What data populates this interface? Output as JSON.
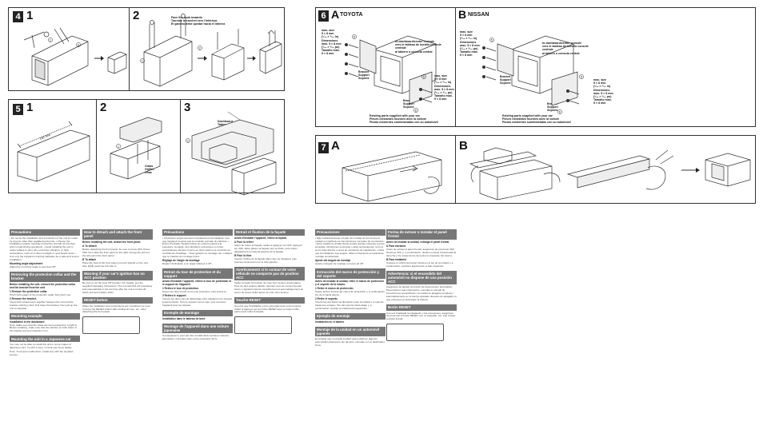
{
  "panels": {
    "p4": {
      "badge": "4",
      "fig1_label": "1",
      "fig2_label": "2",
      "callout": [
        "Face the hook inwards.",
        "Tournez le crochet vers l'intérieur.",
        "El gancho debe quedar hacia el interior."
      ],
      "markers": [
        "1",
        "2",
        "1",
        "2"
      ]
    },
    "p5": {
      "badge": "5",
      "fig1_label": "1",
      "fig2_label": "2",
      "fig3_label": "3",
      "dim_label": "182 mm",
      "dashboard_label": [
        "Dashboard",
        "Tableau de bord",
        "Salpicadero"
      ],
      "claws_label": [
        "Claws",
        "Griffes",
        "Uñas"
      ],
      "markers": [
        "1",
        "2"
      ]
    },
    "p6": {
      "badge": "6",
      "a_letter": "A",
      "a_brand": "TOYOTA",
      "b_letter": "B",
      "b_brand": "NISSAN",
      "max_size_a": [
        "max. size",
        "5 × 8 mm",
        "(¹⁄₄₆ × ⁵⁄₁₆ in)",
        "Dimensions",
        "max. 5 × 8 mm",
        "(¹⁄₄₆ × ⁵⁄₁₆ po)",
        "Tamaño máx.",
        "5 × 8 mm"
      ],
      "max_size_a2": [
        "max. size",
        "5 × 8 mm",
        "(¹⁄₄₆ × ⁵⁄₁₆ in)",
        "Dimensions",
        "max. 5 × 8 mm",
        "(¹⁄₄₆ × ⁵⁄₁₆ po)",
        "Tamaño máx.",
        "5 × 8 mm"
      ],
      "dash_console_a": [
        "to dashboard/center console",
        "vers le tableau de bord/la console centrale",
        "al tablero o consola central"
      ],
      "bracket_a": [
        "Bracket",
        "Support",
        "Soporte"
      ],
      "bracket_a2": [
        "Bracket",
        "Support",
        "Soporte"
      ],
      "existing_a": [
        "Existing parts supplied with your car",
        "Pièces existantes fournies avec la voiture",
        "Piezas existentes suministradas con su automóvil"
      ],
      "max_size_b": [
        "max. size",
        "5 × 8 mm",
        "(¹⁄₄₆ × ⁵⁄₁₆ in)",
        "Dimensions",
        "max. 5 × 8 mm",
        "(¹⁄₄₆ × ⁵⁄₁₆ po)",
        "Tamaño máx.",
        "5 × 8 mm"
      ],
      "max_size_b2": [
        "max. size",
        "5 × 8 mm",
        "(¹⁄₄₆ × ⁵⁄₁₆ in)",
        "Dimensions",
        "max. 5 × 8 mm",
        "(¹⁄₄₆ × ⁵⁄₁₆ po)",
        "Tamaño máx.",
        "5 × 8 mm"
      ],
      "dash_console_b": [
        "to dashboard/center console",
        "vers le tableau de bord/la console centrale",
        "al tablero o consola central"
      ],
      "bracket_b": [
        "Bracket",
        "Support",
        "Soporte"
      ],
      "bracket_b2": [
        "Bracket",
        "Support",
        "Soporte"
      ],
      "existing_b": [
        "Existing parts supplied with your car",
        "Pièces existantes fournies avec la voiture",
        "Piezas existentes suministradas con su automóvil"
      ],
      "markers": [
        "5",
        "5",
        "5",
        "5",
        "6",
        "6"
      ]
    },
    "p7": {
      "badge": "7",
      "a_letter": "A",
      "b_letter": "B"
    }
  },
  "columns": {
    "en1": {
      "h_precautions": "Precautions",
      "precautions": "• Do not let the installation and connection of the unit be made by anyone other than qualified personnel. • Choose the installation location carefully so that the unit will not interfere with normal driving operations. • Avoid installing the unit in areas subject to dust, dirt, excessive vibration, or high temperature, such as in direct sunlight or near heater ducts. • Use only the supplied mounting hardware for a safe and secure installation.",
      "h_angle": "Mounting angle adjustment",
      "angle": "Adjust the mounting angle to less than 45°.",
      "h_collar": "Removing the protection collar and the bracket",
      "collar_intro": "Before installing the unit, remove the protection collar and the bracket from the unit.",
      "collar_s1": "1  Remove the protection collar.",
      "collar_s1t": "Pinch both edges of the protection collar, then pull it out.",
      "collar_s2": "2  Remove the bracket.",
      "collar_s2t": "Insert both release keys together between the unit and the bracket until they click. Pull down the bracket, then pull up the unit to separate.",
      "h_mount": "Mounting example",
      "mount_sub": "Installation in the dashboard",
      "mount_note": "Note: Make sure that the claws are bent outward for a tight fit. Before installing, make sure that the catches on both sides of the bracket are bent inwards 2 mm.",
      "h_japan": "Mounting the unit in a Japanese car",
      "japan": "You may not be able to install this unit in some makes of Japanese cars. In such a case, consult your Sony dealer.",
      "japan_note": "Note: To prevent malfunction, install only with the supplied screws."
    },
    "en2": {
      "h_detach": "How to detach and attach the front panel",
      "detach_intro": "Before installing the unit, detach the front panel.",
      "detach_sub": "A To detach",
      "detach": "Before detaching the front panel, be sure to press OFF. Press OFF, then slide the front panel to the right, and gently pull out the left end of the front panel.",
      "attach_sub": "B To attach",
      "attach": "Place the hole of the front panel onto the spindle on the unit, then lightly push the left side in.",
      "h_warning": "Warning if your car's ignition has no ACC position",
      "warning": "Be sure to set the Auto Off function. For details, see the supplied Operating Instructions. The unit will shut off completely and automatically in the set time after the unit is turned off, which prevents battery drain.",
      "h_reset": "RESET button",
      "reset": "When the installation and connections are completed, be sure to press the RESET button with a ball-point pen, etc., after detaching the front panel."
    },
    "fr1": {
      "h_precautions": "Précautions",
      "precautions": "• Choisissez soigneusement l'emplacement d'installation pour que l'appareil ne gêne pas la conduite normale du véhicule. • Evitez d'installer l'appareil dans un endroit exposé à la poussière, la saleté, des vibrations excessives ou à des températures élevées comme en plein soleil ou à proximité de conduits de chauffage. • Pour garantir un montage sûr, n'utilisez que le matériel de montage fourni.",
      "h_angle": "Réglage de l'angle de montage",
      "angle": "Réglez l'inclinaison à un angle inférieur à 45°.",
      "h_collar": "Retrait du tour de protection et du support",
      "collar_intro": "Avant d'installer l'appareil, retirez le tour de protection et le support de l'appareil.",
      "collar_s1": "1  Retirez le tour de protection.",
      "collar_s1t": "Pincez les deux bords du tour de protection, puis sortez-le.",
      "collar_s2": "2  Retirez le support.",
      "collar_s2t": "Insérez les deux clés de déblocage entre l'appareil et le support jusqu'au déclic. Tirez le support vers le bas, puis soulevez l'appareil pour les séparer.",
      "h_mount": "Exemple de montage",
      "mount_sub": "Installation dans le tableau de bord",
      "h_japan": "Montage de l'appareil dans une voiture japonaise",
      "japan": "Cet appareil ne peut pas être installé dans certaines voitures japonaises. Consultez alors votre revendeur Sony."
    },
    "fr2": {
      "h_detach": "Retrait et fixation de la façade",
      "detach_intro": "Avant d'installer l'appareil, retirez la façade.",
      "detach_sub": "A Pour la retirer",
      "detach": "Avant de retirer la façade, veillez à appuyer sur OFF. Appuyez sur OFF, faites glisser la façade vers la droite, puis retirez délicatement l'extrémité gauche de la façade.",
      "attach_sub": "B Pour la fixer",
      "attach": "Insérez l'orifice de la façade dans l'axe de l'appareil, puis poussez doucement sur le côté gauche.",
      "h_warning": "Avertissement si le contact de votre véhicule ne comporte pas de position ACC",
      "warning": "Veillez à régler la fonction de mise hors tension automatique. Pour de plus amples détails, reportez-vous au mode d'emploi fourni. L'appareil s'éteint complètement et automatiquement au terme du temps défini après sa mise hors tension.",
      "h_reset": "Touche RESET",
      "reset": "Une fois que l'installation et les raccordements sont terminés, veillez à appuyer sur la touche RESET avec un stylo à bille, après avoir retiré la façade."
    },
    "es1": {
      "h_precautions": "Precauciones",
      "precautions": "• Elija cuidadosamente el lugar de montaje de forma que la unidad no interfiera con las funciones normales de conducción. • Evite instalar la unidad donde pueda quedar expuesta a polvo, suciedad, vibraciones excesivas o altas temperaturas, como a la luz solar directa o cerca de conductos de calefacción. • Para que la instalación sea segura, utilice únicamente el material de montaje suministrado.",
      "h_angle": "Ajuste del ángulo de montaje",
      "angle": "Ajuste el ángulo de montaje a menos de 45°.",
      "h_collar": "Extracción del marco de protección y del soporte",
      "collar_intro": "Antes de instalar la unidad, retire el marco de protección y el soporte de la misma.",
      "collar_s1": "1  Retire el marco de protección.",
      "collar_s1t": "Sujete ambos bordes del marco de protección y, a continuación, tire de él hacia afuera.",
      "collar_s2": "2  Retire el soporte.",
      "collar_s2t": "Inserte las dos llaves de liberación entre la unidad y el soporte hasta que encajen. Tire del soporte hacia abajo y, a continuación, levante la unidad para separarlos.",
      "h_mount": "Ejemplo de montaje",
      "mount_sub": "Instalación en el tablero",
      "h_japan": "Montaje de la unidad en un automóvil japonés",
      "japan": "Es posible que no pueda instalar esta unidad en algunos automóviles japoneses. En tal caso, consulte con el distribuidor Sony."
    },
    "es2": {
      "h_detach": "Forma de extraer e instalar el panel frontal",
      "detach_intro": "Antes de instalar la unidad, extraiga el panel frontal.",
      "detach_sub": "A Para extraerlo",
      "detach": "Antes de extraer el panel frontal, asegúrese de presionar OFF. Presione OFF y, a continuación, deslice el panel frontal hacia la derecha y tire suavemente del extremo izquierdo del mismo.",
      "attach_sub": "B Para instalarlo",
      "attach": "Coloque el orificio del panel frontal en el eje de la unidad y, a continuación, presione ligeramente el lado izquierdo.",
      "h_warning": "Advertencia: si el encendido del automóvil no dispone de una posición ACC",
      "warning": "Asegúrese de ajustar la función de desconexión automática. Para obtener más información, consulte el manual de instrucciones suministrado. La unidad se apagará completa y automáticamente en el tiempo ajustado después de apagarla, lo que evita que se descargue la batería.",
      "h_reset": "Botón RESET",
      "reset": "Una vez finalizada la instalación y las conexiones, asegúrese de presionar el botón RESET con un bolígrafo, etc. tras extraer el panel frontal."
    }
  }
}
